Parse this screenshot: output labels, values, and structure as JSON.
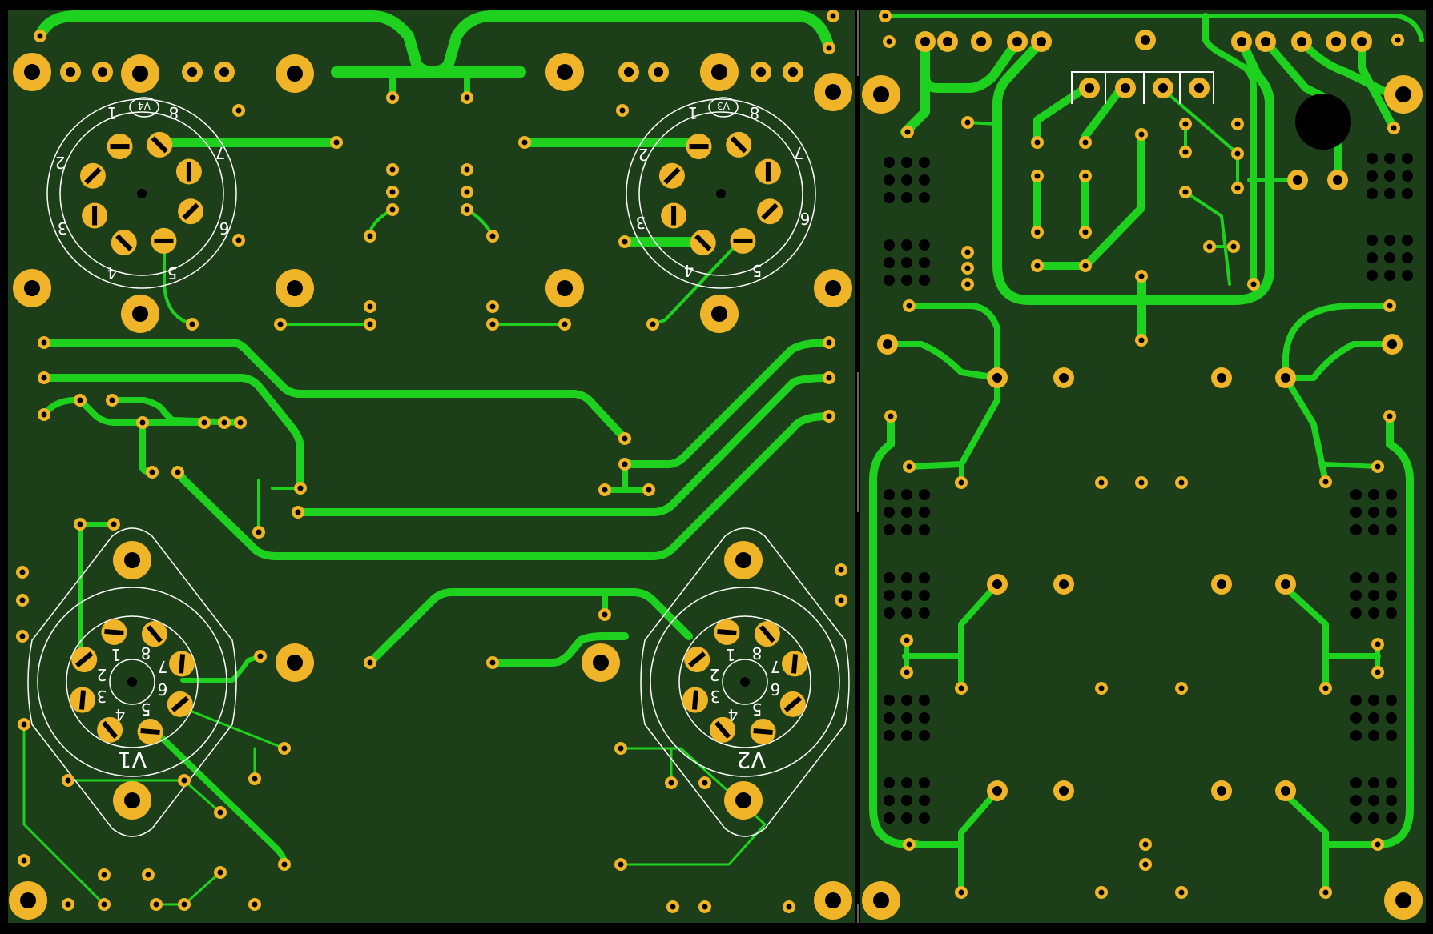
{
  "colors": {
    "background": "#000000",
    "board": "#1c3e18",
    "copper": "#1fd11f",
    "pad": "#f0b428",
    "hole": "#000000",
    "silk": "#ffffff"
  },
  "tubes": {
    "v1": {
      "ref": "V1",
      "pins": [
        "1",
        "2",
        "3",
        "4",
        "5",
        "6",
        "7",
        "8"
      ]
    },
    "v2": {
      "ref": "V2",
      "pins": [
        "1",
        "2",
        "3",
        "4",
        "5",
        "6",
        "7",
        "8"
      ]
    },
    "v3": {
      "ref": "V3",
      "pins": [
        "1",
        "2",
        "3",
        "4",
        "5",
        "6",
        "7",
        "8"
      ]
    },
    "v4": {
      "ref": "V4",
      "pins": [
        "1",
        "2",
        "3",
        "4",
        "5",
        "6",
        "7",
        "8"
      ]
    }
  }
}
